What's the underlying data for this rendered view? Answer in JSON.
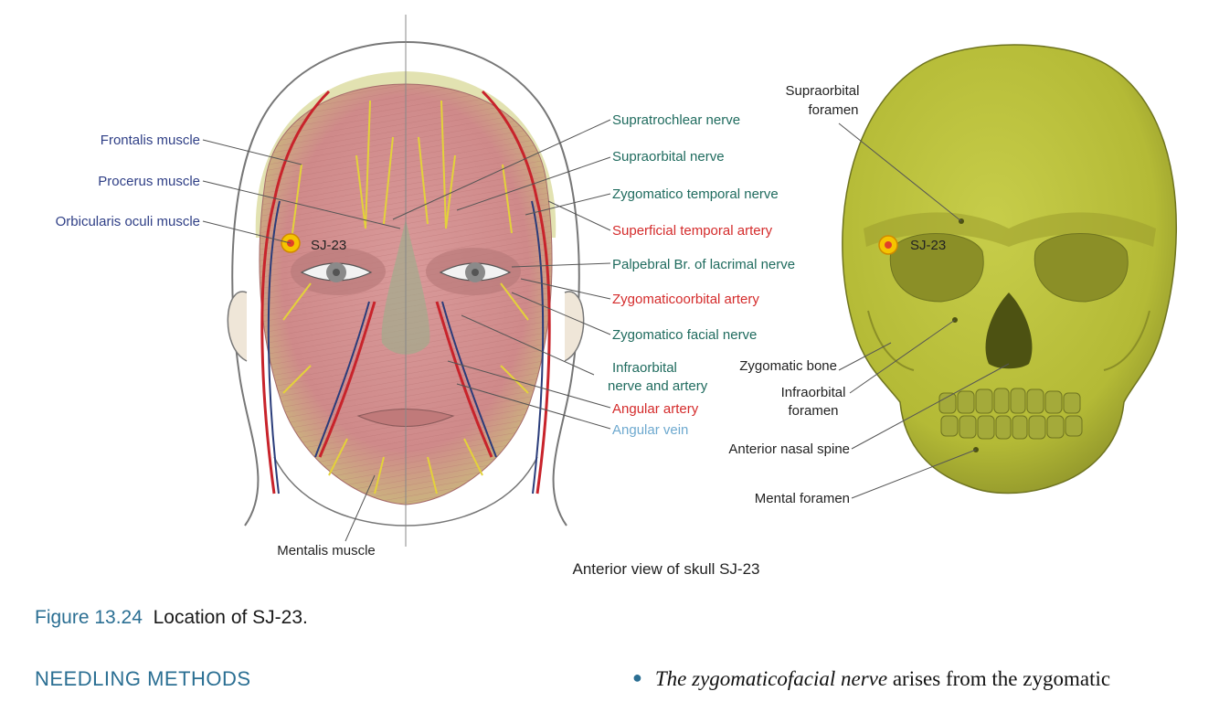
{
  "face_labels": {
    "frontalis": "Frontalis muscle",
    "procerus": "Procerus muscle",
    "orbicularis": "Orbicularis oculi muscle",
    "supratrochlear": "Supratrochlear nerve",
    "supraorbital_nerve": "Supraorbital nerve",
    "zygomatico_temporal": "Zygomatico temporal nerve",
    "superficial_temporal": "Superficial temporal artery",
    "palpebral": "Palpebral Br. of lacrimal nerve",
    "zygomaticoorbital": "Zygomaticoorbital artery",
    "zygomatico_facial": "Zygomatico facial nerve",
    "infraorbital_line1": "Infraorbital",
    "infraorbital_line2": "nerve and artery",
    "angular_artery": "Angular artery",
    "angular_vein": "Angular vein",
    "mentalis": "Mentalis muscle",
    "point": "SJ-23"
  },
  "skull_labels": {
    "supraorbital_line1": "Supraorbital",
    "supraorbital_line2": "foramen",
    "point": "SJ-23",
    "zygomatic_bone": "Zygomatic bone",
    "infraorbital_line1": "Infraorbital",
    "infraorbital_line2": "foramen",
    "anterior_nasal_spine": "Anterior nasal spine",
    "mental_foramen": "Mental foramen",
    "view_title": "Anterior view of skull SJ-23"
  },
  "caption": {
    "number": "Figure 13.24",
    "text": "Location of SJ-23."
  },
  "section": {
    "heading": "NEEDLING METHODS"
  },
  "bullet": {
    "italic": "The zygomaticofacial nerve",
    "rest": " arises from the zygomatic"
  },
  "colors": {
    "muscle_label": "#2f3f86",
    "nerve_label": "#1f6b5e",
    "artery_label": "#d42b2b",
    "vein_label": "#6ea9cf",
    "accent": "#2b6f93",
    "skull": "#b9bf3c",
    "point": "#f5c400"
  }
}
